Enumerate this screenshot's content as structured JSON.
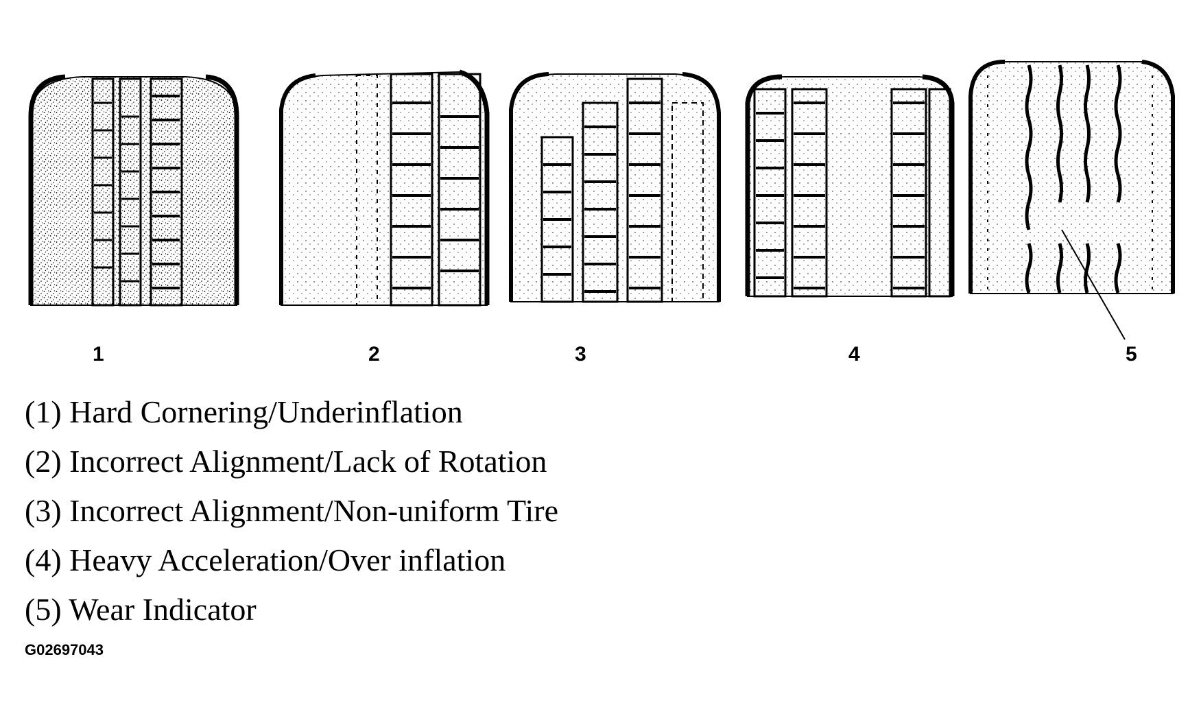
{
  "tires": [
    {
      "number": "1",
      "pattern": "shoulder-wear"
    },
    {
      "number": "2",
      "pattern": "one-sided-wear"
    },
    {
      "number": "3",
      "pattern": "feathered-wear"
    },
    {
      "number": "4",
      "pattern": "center-wear"
    },
    {
      "number": "5",
      "pattern": "wear-indicator"
    }
  ],
  "legend": [
    "(1) Hard Cornering/Underinflation",
    "(2) Incorrect Alignment/Lack of Rotation",
    "(3) Incorrect Alignment/Non-uniform Tire",
    "(4) Heavy Acceleration/Over inflation",
    "(5) Wear Indicator"
  ],
  "figure_id": "G02697043",
  "colors": {
    "ink": "#000000",
    "background": "#ffffff"
  }
}
